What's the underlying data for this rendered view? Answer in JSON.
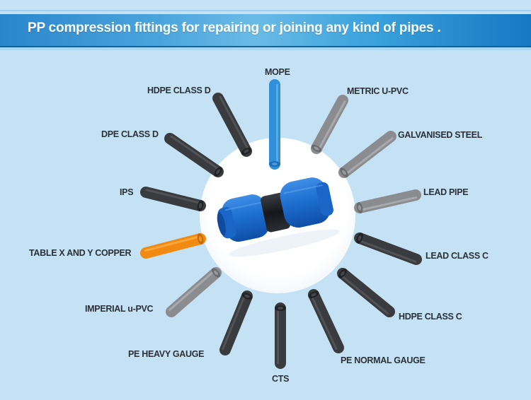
{
  "banner": {
    "title": "PP compression fittings for repairing or joining any kind of pipes ."
  },
  "colors": {
    "background": "#c4e2f4",
    "banner_blue": "#2a86cc",
    "pipe_dark": "#3a3b3e",
    "pipe_gray": "#8b8c8f",
    "pipe_blue": "#2f8fd8",
    "pipe_orange": "#f08a12",
    "fitting_blue": "#1d6fd0",
    "label_text": "#2b3038"
  },
  "center_product": {
    "name": "PP compression coupling",
    "icon": "compression-fitting-icon"
  },
  "pipes": [
    {
      "label": "MOPE",
      "color": "blue"
    },
    {
      "label": "METRIC U-PVC",
      "color": "gray"
    },
    {
      "label": "GALVANISED STEEL",
      "color": "gray"
    },
    {
      "label": "LEAD PIPE",
      "color": "gray"
    },
    {
      "label": "LEAD CLASS C",
      "color": "dark"
    },
    {
      "label": "HDPE CLASS C",
      "color": "dark"
    },
    {
      "label": "PE NORMAL GAUGE",
      "color": "dark"
    },
    {
      "label": "CTS",
      "color": "dark"
    },
    {
      "label": "PE HEAVY GAUGE",
      "color": "dark"
    },
    {
      "label": "IMPERIAL u-PVC",
      "color": "gray"
    },
    {
      "label": "TABLE X AND Y COPPER",
      "color": "orange"
    },
    {
      "label": "IPS",
      "color": "dark"
    },
    {
      "label": "DPE CLASS D",
      "color": "dark"
    },
    {
      "label": "HDPE CLASS D",
      "color": "dark"
    }
  ]
}
